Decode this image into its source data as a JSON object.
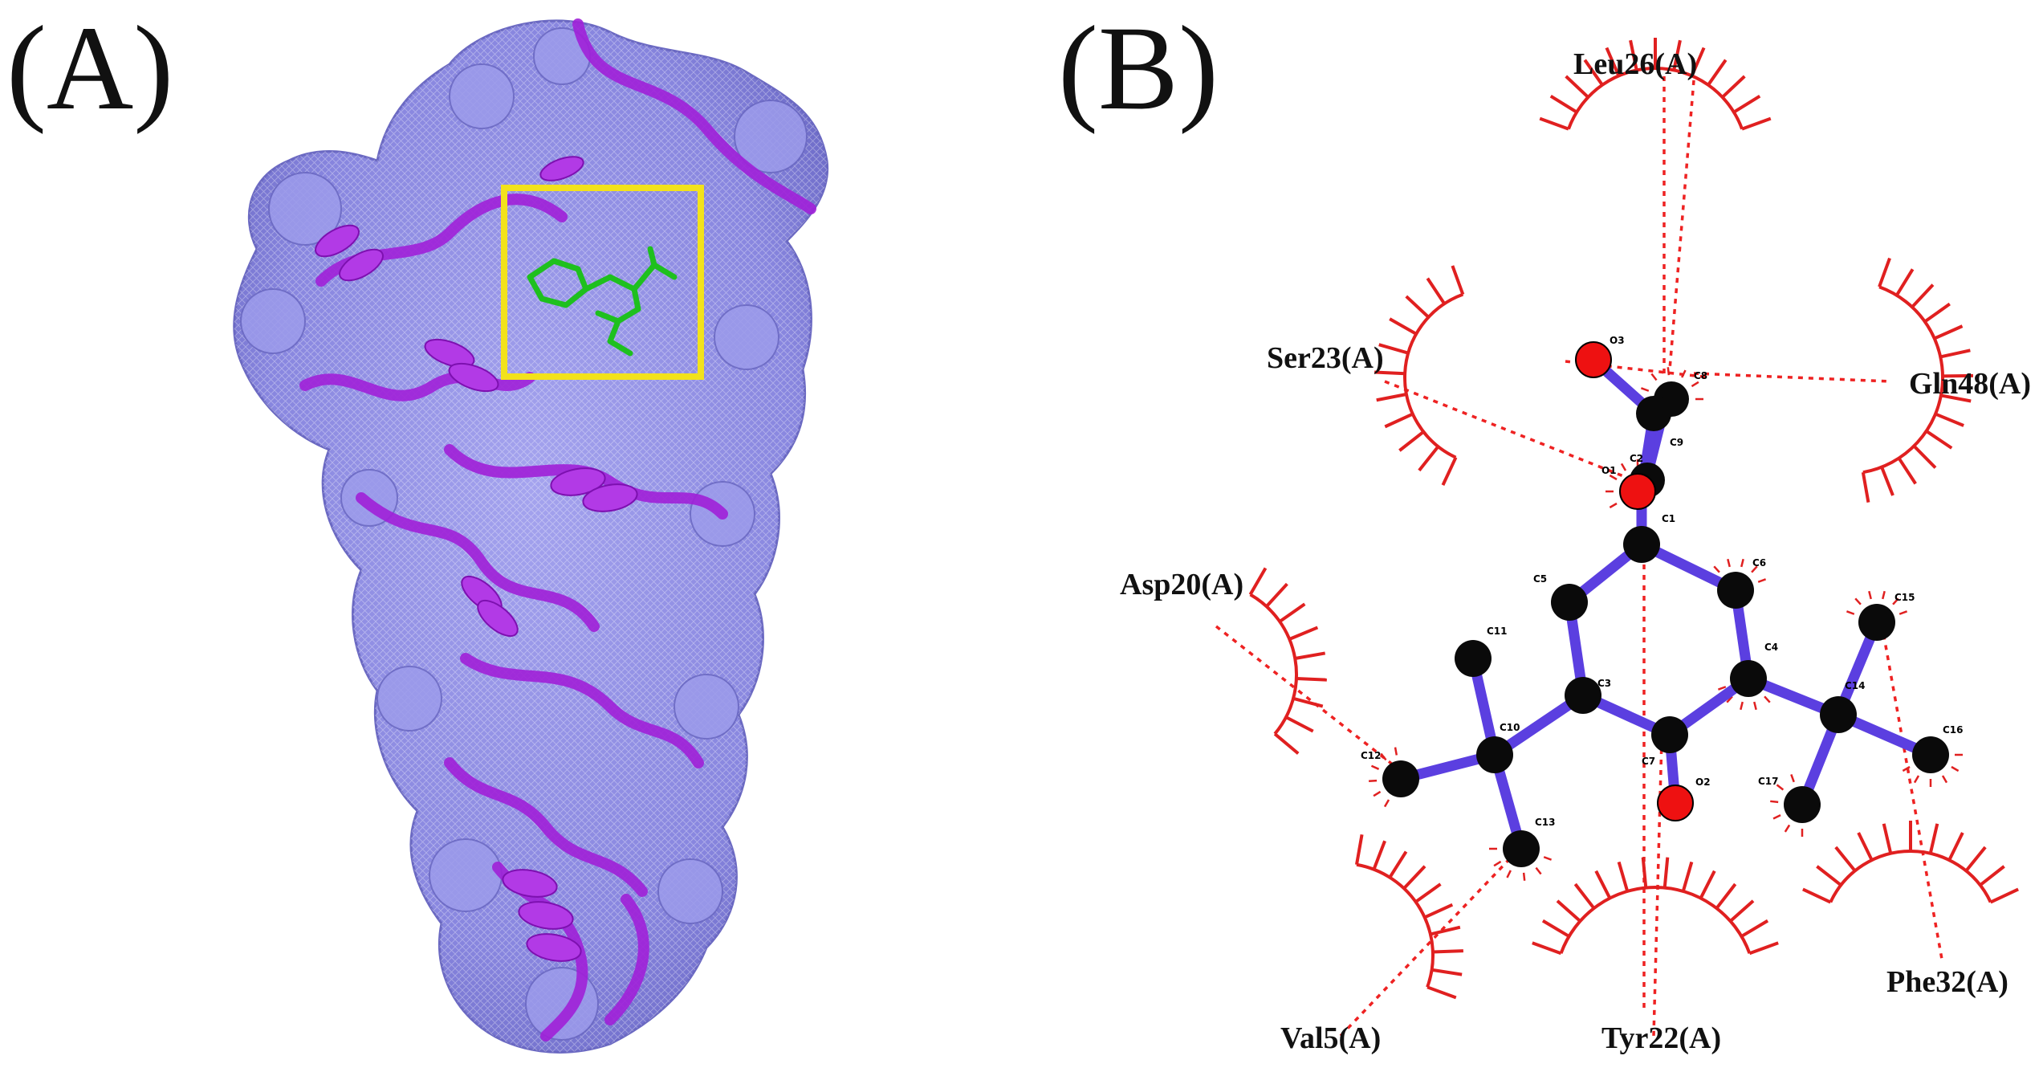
{
  "panels": {
    "a_label": "(A)",
    "b_label": "(B)"
  },
  "colors": {
    "surface": "#8f8ee6",
    "ribbon": "#a020d8",
    "ligand": "#1ec01e",
    "highlight_box": "#f2e21b",
    "bond": "#5b3fe0",
    "carbon": "#0a0a0a",
    "oxygen": "#ee1111",
    "contact": "#e02020"
  },
  "residues": {
    "leu26": "Leu26(A)",
    "ser23": "Ser23(A)",
    "gln48": "Gln48(A)",
    "asp20": "Asp20(A)",
    "val5": "Val5(A)",
    "tyr22": "Tyr22(A)",
    "phe32": "Phe32(A)"
  },
  "atoms": {
    "O3": "O3",
    "C8": "C8",
    "C9": "C9",
    "C2": "C2",
    "O1": "O1",
    "C1": "C1",
    "C5": "C5",
    "C6": "C6",
    "C11": "C11",
    "C3": "C3",
    "C4": "C4",
    "C15": "C15",
    "C10": "C10",
    "C12": "C12",
    "C13": "C13",
    "C7": "C7",
    "O2": "O2",
    "C14": "C14",
    "C16": "C16",
    "C17": "C17"
  }
}
